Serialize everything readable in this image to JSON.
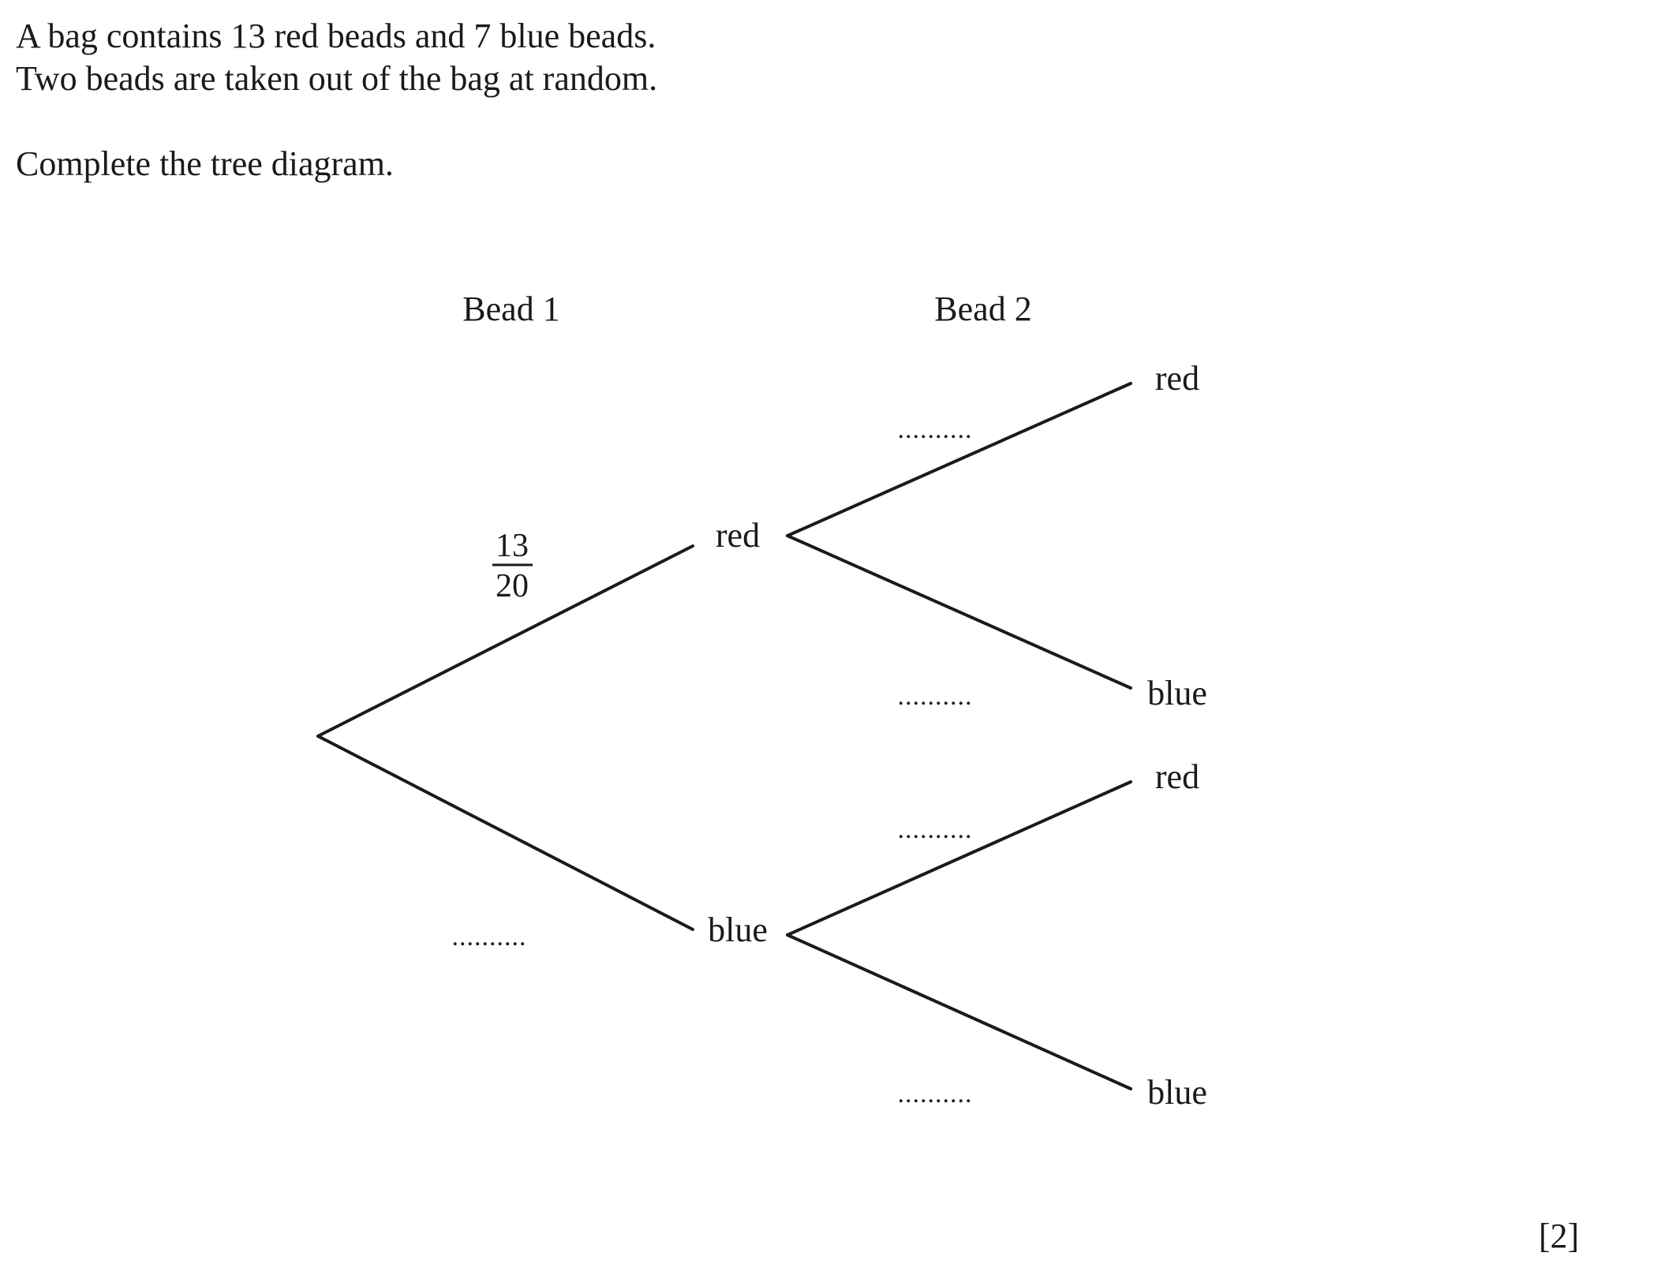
{
  "question": {
    "line1": "A bag contains 13 red beads and 7 blue beads.",
    "line2": "Two beads are taken out of the bag at random.",
    "instruction": "Complete the tree diagram."
  },
  "tree": {
    "headers": {
      "bead1": "Bead 1",
      "bead2": "Bead 2"
    },
    "bead1": {
      "red_label": "red",
      "blue_label": "blue",
      "red_probability": {
        "numerator": "13",
        "denominator": "20"
      },
      "blue_probability_blank": ".........."
    },
    "bead2_after_red": {
      "red_label": "red",
      "blue_label": "blue",
      "red_blank": "..........",
      "blue_blank": ".........."
    },
    "bead2_after_blue": {
      "red_label": "red",
      "blue_label": "blue",
      "red_blank": "..........",
      "blue_blank": ".........."
    }
  },
  "marks": "[2]"
}
